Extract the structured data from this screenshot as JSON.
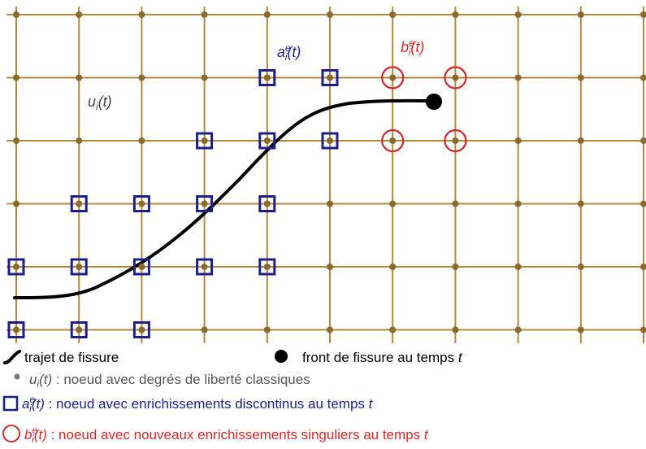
{
  "colors": {
    "grid": "#b38a3c",
    "node": "#8a6a2e",
    "enriched_discontinuous": "#1f1f8a",
    "enriched_singular": "#d22a2a",
    "crack": "#000000",
    "classical_legend_dot": "#7a7a7a"
  },
  "grid": {
    "columns": 11,
    "rows": 6
  },
  "discontinuous_nodes": [
    [
      4,
      1
    ],
    [
      5,
      1
    ],
    [
      3,
      2
    ],
    [
      4,
      2
    ],
    [
      5,
      2
    ],
    [
      1,
      3
    ],
    [
      2,
      3
    ],
    [
      3,
      3
    ],
    [
      4,
      3
    ],
    [
      0,
      4
    ],
    [
      1,
      4
    ],
    [
      2,
      4
    ],
    [
      3,
      4
    ],
    [
      4,
      4
    ],
    [
      0,
      5
    ],
    [
      1,
      5
    ],
    [
      2,
      5
    ]
  ],
  "singular_nodes": [
    [
      6,
      1
    ],
    [
      7,
      1
    ],
    [
      6,
      2
    ],
    [
      7,
      2
    ]
  ],
  "labels": {
    "u_main": "u",
    "u_sub": "i",
    "u_arg": "(t)",
    "a_main": "a",
    "a_sub": "i",
    "a_sup": "e",
    "a_arg": "(t)",
    "b_main": "b",
    "b_sub": "i",
    "b_sup": "e",
    "b_arg": "(t)"
  },
  "legend": {
    "crack_path": "trajet de fissure",
    "crack_front_text": "front de fissure au temps ",
    "crack_front_t": "t",
    "classical_symbol_main": "u",
    "classical_symbol_sub": "i",
    "classical_symbol_arg": "(t)",
    "classical_text": " : noeud avec degrés de liberté classiques",
    "discontinuous_symbol_main": "a",
    "discontinuous_symbol_sub": "i",
    "discontinuous_symbol_sup": "e",
    "discontinuous_symbol_arg": "(t)",
    "discontinuous_text": " : noeud avec enrichissements discontinus au temps ",
    "discontinuous_t": "t",
    "singular_symbol_main": "b",
    "singular_symbol_sub": "i",
    "singular_symbol_sup": "e",
    "singular_symbol_arg": "(t)",
    "singular_text": " : noeud avec nouveaux enrichissements singuliers au temps ",
    "singular_t": "t"
  }
}
